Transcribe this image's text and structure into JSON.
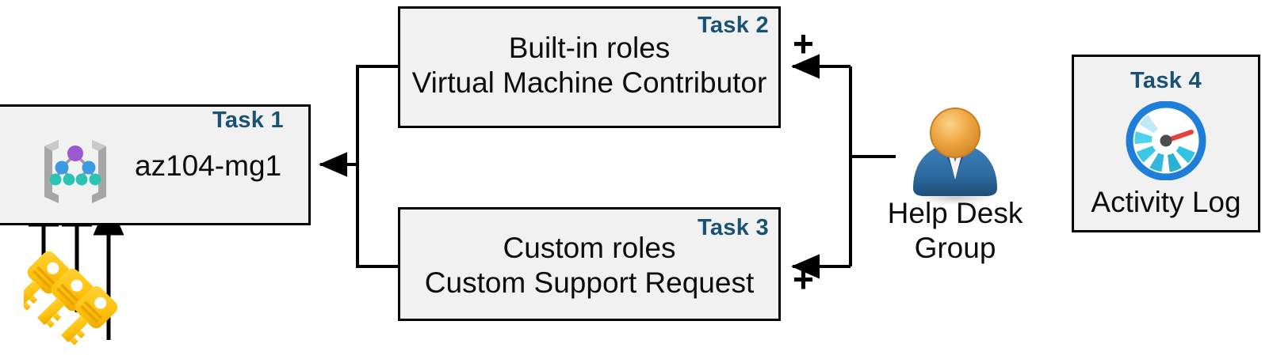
{
  "diagram": {
    "title": "Azure RBAC task diagram",
    "colors": {
      "task_label": "#1a5276",
      "box_fill": "#f1f1f1",
      "box_border": "#000000",
      "connector": "#000000",
      "key_gold": "#ffc20e",
      "person_head": "#e8a33d",
      "person_body": "#2e6da4",
      "gauge_ring": "#1d7fd9",
      "gauge_needle": "#e8413b",
      "mg_node_purple": "#9b59d0",
      "mg_node_blue": "#3b9ae1",
      "mg_node_teal": "#2bc4b4",
      "mg_bracket": "#a6a6a6"
    },
    "boxes": [
      {
        "id": "task1",
        "task_label": "Task 1",
        "lines": [
          "az104-mg1"
        ],
        "icon": "management-group-icon"
      },
      {
        "id": "task2",
        "task_label": "Task 2",
        "lines": [
          "Built-in roles",
          "Virtual Machine Contributor"
        ],
        "icon": null
      },
      {
        "id": "task3",
        "task_label": "Task 3",
        "lines": [
          "Custom roles",
          "Custom Support Request"
        ],
        "icon": null
      },
      {
        "id": "task4",
        "task_label": "Task 4",
        "lines": [
          "Activity Log"
        ],
        "icon": "activity-log-gauge-icon"
      }
    ],
    "actor": {
      "icon": "help-desk-user-icon",
      "lines": [
        "Help Desk",
        "Group"
      ]
    },
    "keys": {
      "icon": "keys-icon",
      "count": 3
    },
    "operators": {
      "plus_top": "+",
      "plus_bottom": "+"
    }
  }
}
